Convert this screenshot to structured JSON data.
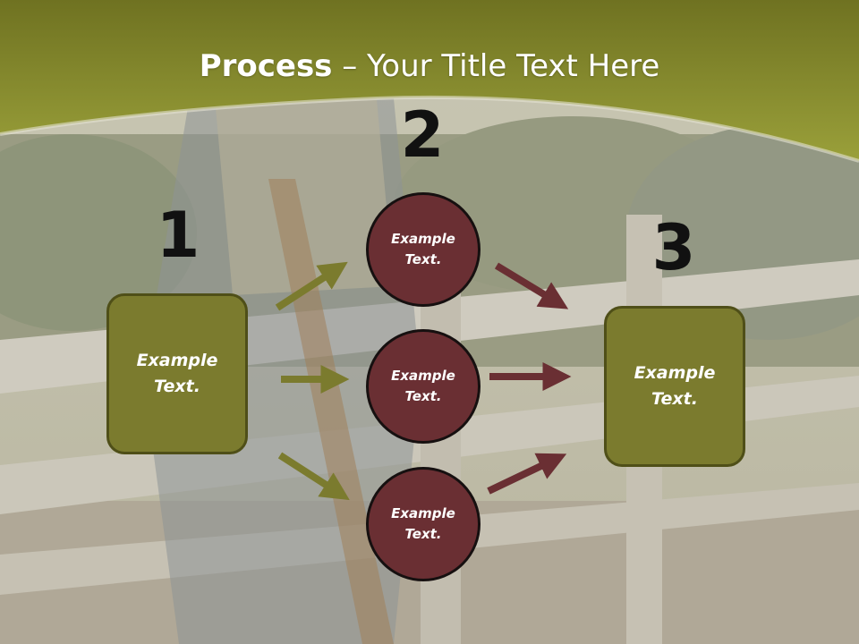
{
  "title": {
    "bold": "Process",
    "rest": " – Your Title Text Here"
  },
  "steps": [
    {
      "number": "1"
    },
    {
      "number": "2"
    },
    {
      "number": "3"
    }
  ],
  "input_box": {
    "label": "Example\nText."
  },
  "middle_circles": [
    {
      "label": "Example\nText."
    },
    {
      "label": "Example\nText."
    },
    {
      "label": "Example\nText."
    }
  ],
  "output_box": {
    "label": "Example\nText."
  },
  "colors": {
    "header_band": "#8a8c2c",
    "box_fill": "#7b7b2e",
    "circle_fill": "#6a2f33",
    "left_arrows": "#7b7b2e",
    "right_arrows": "#6a2f33"
  }
}
